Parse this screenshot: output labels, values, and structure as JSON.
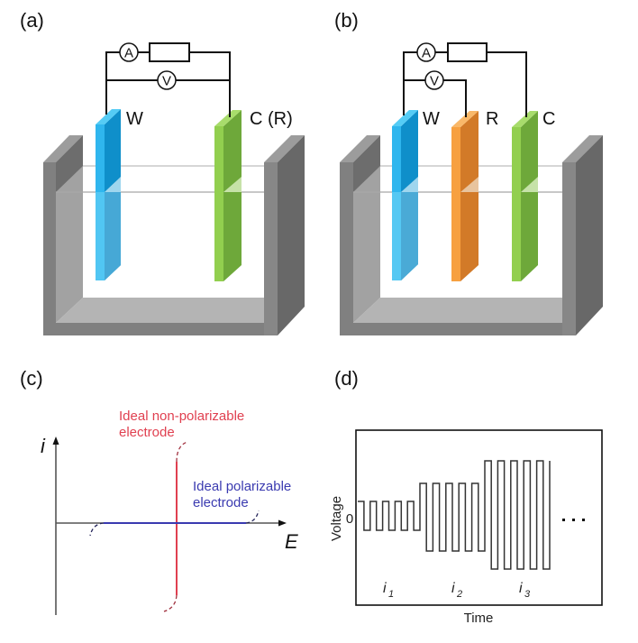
{
  "panels": {
    "a": {
      "label": "(a)",
      "ammeter": "A",
      "voltmeter": "V",
      "electrodes": [
        {
          "id": "W",
          "label": "W",
          "color_front": "#3ec4f2",
          "color_side": "#0b8cc6"
        },
        {
          "id": "C",
          "label": "C (R)",
          "color_front": "#94d051",
          "color_side": "#6ea93a"
        }
      ]
    },
    "b": {
      "label": "(b)",
      "ammeter": "A",
      "voltmeter": "V",
      "electrodes": [
        {
          "id": "W",
          "label": "W",
          "color_front": "#3ec4f2",
          "color_side": "#0b8cc6"
        },
        {
          "id": "R",
          "label": "R",
          "color_front": "#f7a040",
          "color_side": "#d27a28"
        },
        {
          "id": "C",
          "label": "C",
          "color_front": "#94d051",
          "color_side": "#6ea93a"
        }
      ]
    },
    "c": {
      "label": "(c)",
      "y_axis": "i",
      "x_axis": "E",
      "curves": [
        {
          "name": "Ideal non-polarizable electrode",
          "line1": "Ideal non-polarizable",
          "line2": "electrode",
          "color": "#e04050"
        },
        {
          "name": "Ideal polarizable electrode",
          "line1": "Ideal polarizable",
          "line2": "electrode",
          "color": "#3a3ab0"
        }
      ]
    },
    "d": {
      "label": "(d)",
      "y_axis": "Voltage",
      "x_axis": "Time",
      "zero_label": "0",
      "continuation": "...",
      "segments": [
        {
          "current": "i",
          "sub": "1",
          "amplitude": 1,
          "cycles": 5
        },
        {
          "current": "i",
          "sub": "2",
          "amplitude": 2,
          "cycles": 5
        },
        {
          "current": "i",
          "sub": "3",
          "amplitude": 3,
          "cycles": 5
        }
      ]
    }
  },
  "colors": {
    "beaker_wall": "#7f7f7f",
    "beaker_wall_dark": "#666666",
    "beaker_inner": "#9a9a9a",
    "beaker_floor": "#b3b3b3",
    "wire": "#111111"
  }
}
